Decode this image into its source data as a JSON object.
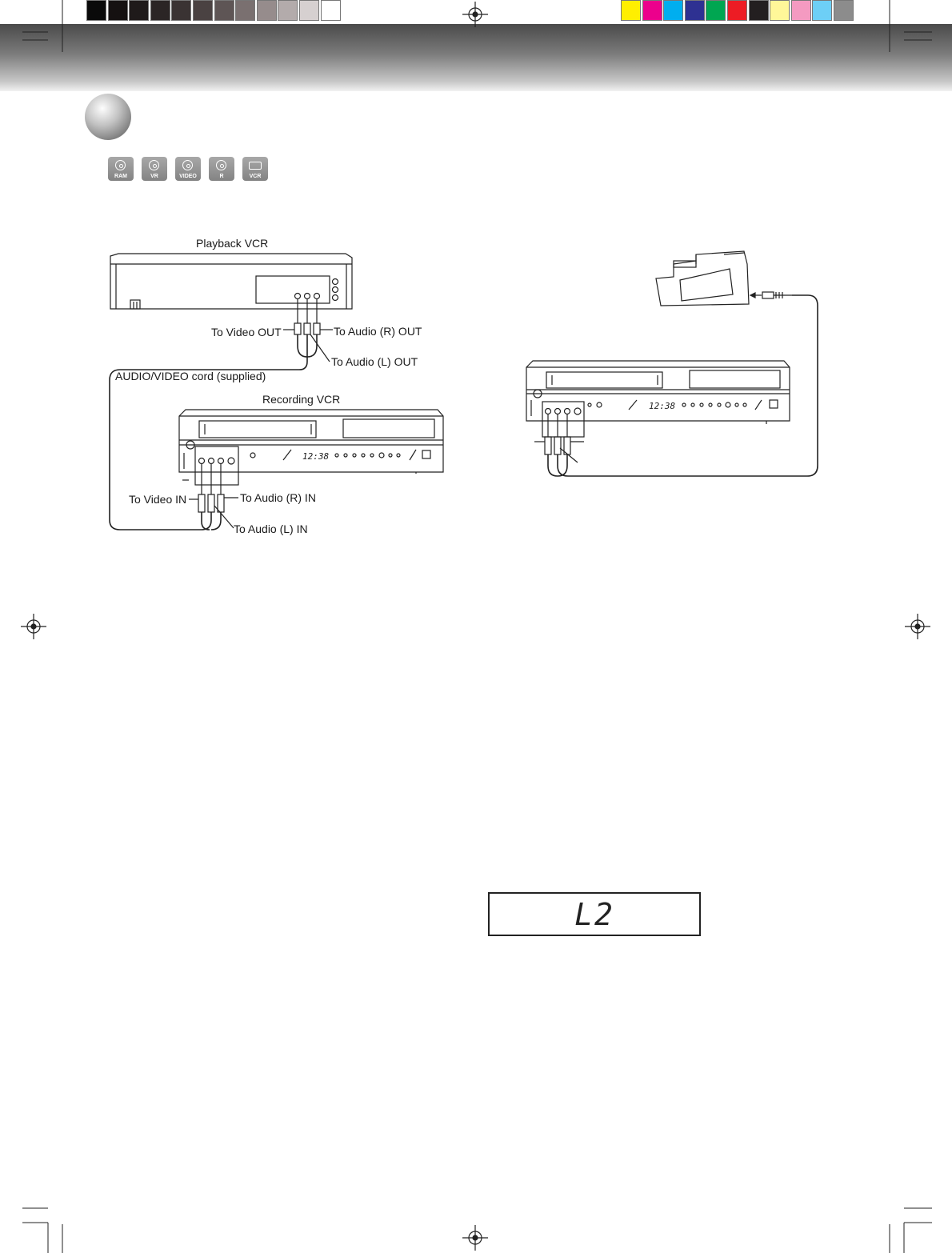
{
  "color_bar_left": [
    "#0a0a0a",
    "#151111",
    "#1f1a1a",
    "#2b2525",
    "#3a3333",
    "#4a4242",
    "#5e5555",
    "#7a7070",
    "#968c8c",
    "#b3abab",
    "#d6d0d0",
    "#ffffff"
  ],
  "color_bar_right": [
    "#ffef00",
    "#ec008c",
    "#00aeef",
    "#2e3192",
    "#00a651",
    "#ed1c24",
    "#231f20",
    "#fff799",
    "#f49ac1",
    "#6dcff6",
    "#8c8c8c"
  ],
  "disc_icons": [
    {
      "label": "RAM",
      "icon": "disc-icon"
    },
    {
      "label": "VR",
      "icon": "disc-icon"
    },
    {
      "label": "VIDEO",
      "icon": "disc-icon"
    },
    {
      "label": "R",
      "icon": "disc-icon"
    },
    {
      "label": "VCR",
      "icon": "cassette-icon"
    }
  ],
  "left_diagram": {
    "playback_title": "Playback VCR",
    "to_video_out": "To Video OUT",
    "to_audio_r_out": "To Audio (R) OUT",
    "to_audio_l_out": "To Audio (L) OUT",
    "cord_label": "AUDIO/VIDEO cord (supplied)",
    "recording_title": "Recording VCR",
    "to_video_in": "To Video IN",
    "to_audio_r_in": "To Audio (R) IN",
    "to_audio_l_in": "To Audio (L) IN",
    "clock_display": "12:38"
  },
  "right_diagram": {
    "clock_display": "12:38"
  },
  "lcd_display": "L2"
}
